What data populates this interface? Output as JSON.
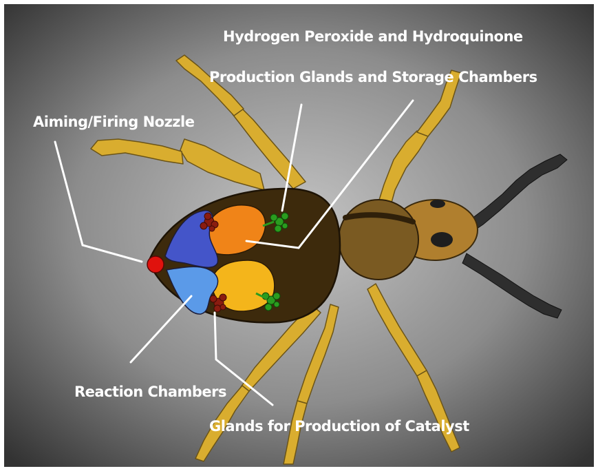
{
  "labels": {
    "glands_line1": "Hydrogen Peroxide and Hydroquinone",
    "glands_line2": "Production Glands and Storage Chambers",
    "nozzle": "Aiming/Firing Nozzle",
    "reaction": "Reaction Chambers",
    "catalyst": "Glands for Production of Catalyst"
  },
  "colors": {
    "background_center": "#bdbdbd",
    "background_edge": "#3a3a3a",
    "legs": "#d9ad2f",
    "abdomen": "#3d2a0c",
    "thorax": "#7a5a22",
    "head": "#b07f2e",
    "antenna": "#2f2f2f",
    "chamber_dark_blue": "#4455c9",
    "chamber_light_blue": "#5b9ae8",
    "storage_orange": "#f08418",
    "storage_yellow": "#f4b51b",
    "catalyst_gland": "#8a1c10",
    "production_gland": "#2a9c1f",
    "nozzle": "#e0120d",
    "leader_line": "#ffffff"
  }
}
